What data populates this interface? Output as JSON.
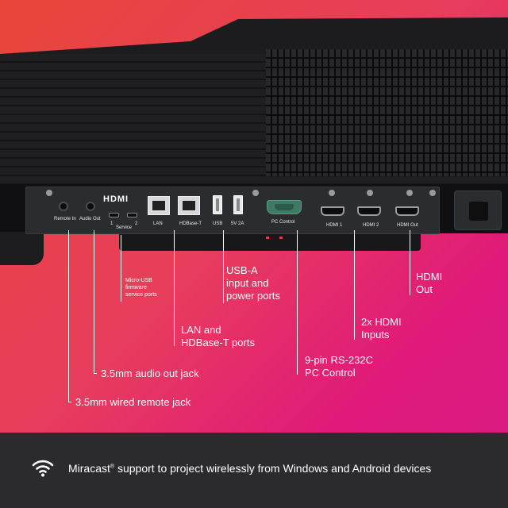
{
  "brand": {
    "hdmi_logo_text": "HDMI"
  },
  "ports": {
    "remote_in": "Remote In",
    "audio_out": "Audio Out",
    "service_1": "1",
    "service_2": "2",
    "service": "Service",
    "lan": "LAN",
    "hdbase_t": "HDBase-T",
    "usb": "USB",
    "usb_power": "5V 2A",
    "pc_control": "PC Control",
    "hdmi_1": "HDMI 1",
    "hdmi_2": "HDMI 2",
    "hdmi_out": "HDMI Out"
  },
  "callouts": {
    "micro_usb": [
      "Micro-USB",
      "firmware",
      "service ports"
    ],
    "usb_a": [
      "USB-A",
      "input and",
      "power ports"
    ],
    "hdmi_out": [
      "HDMI",
      "Out"
    ],
    "lan_hdbaset": [
      "LAN and",
      "HDBase-T ports"
    ],
    "hdmi_inputs": [
      "2x HDMI",
      "Inputs"
    ],
    "rs232": [
      "9-pin RS-232C",
      "PC Control"
    ],
    "audio_out": "3.5mm audio out jack",
    "remote": "3.5mm wired remote jack"
  },
  "footer": {
    "brand": "Miracast",
    "registered": "®",
    "text": " support to project wirelessly from Windows and Android devices",
    "icon": "wifi-icon"
  },
  "colors": {
    "background_start": "#e8463a",
    "background_end": "#d81b85",
    "footer": "#2b2b2d",
    "text": "#ffffff"
  }
}
